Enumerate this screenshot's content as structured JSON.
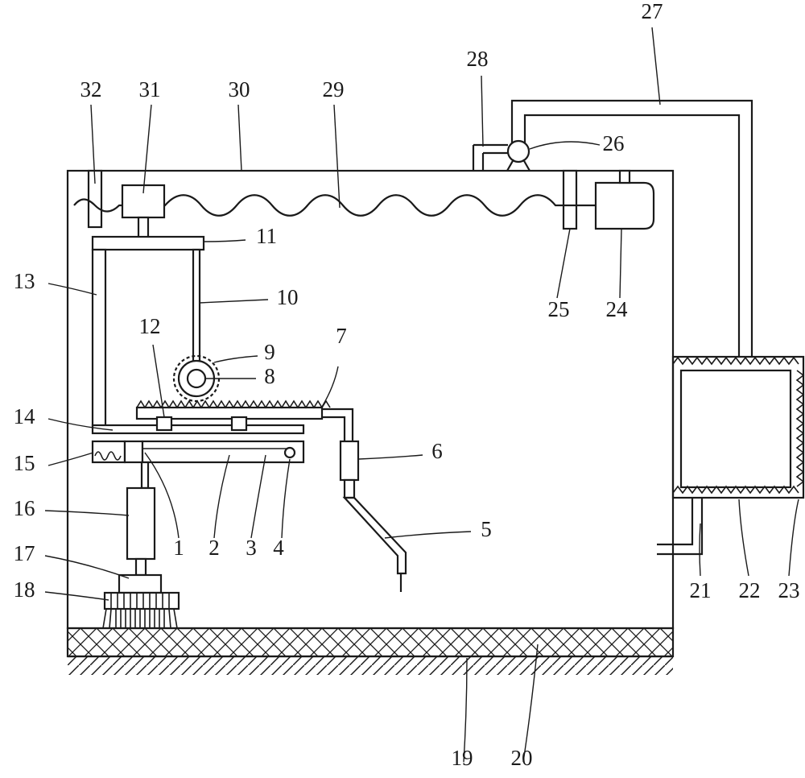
{
  "labels": {
    "n1": "1",
    "n2": "2",
    "n3": "3",
    "n4": "4",
    "n5": "5",
    "n6": "6",
    "n7": "7",
    "n8": "8",
    "n9": "9",
    "n10": "10",
    "n11": "11",
    "n12": "12",
    "n13": "13",
    "n14": "14",
    "n15": "15",
    "n16": "16",
    "n17": "17",
    "n18": "18",
    "n19": "19",
    "n20": "20",
    "n21": "21",
    "n22": "22",
    "n23": "23",
    "n24": "24",
    "n25": "25",
    "n26": "26",
    "n27": "27",
    "n28": "28",
    "n29": "29",
    "n30": "30",
    "n31": "31",
    "n32": "32"
  }
}
